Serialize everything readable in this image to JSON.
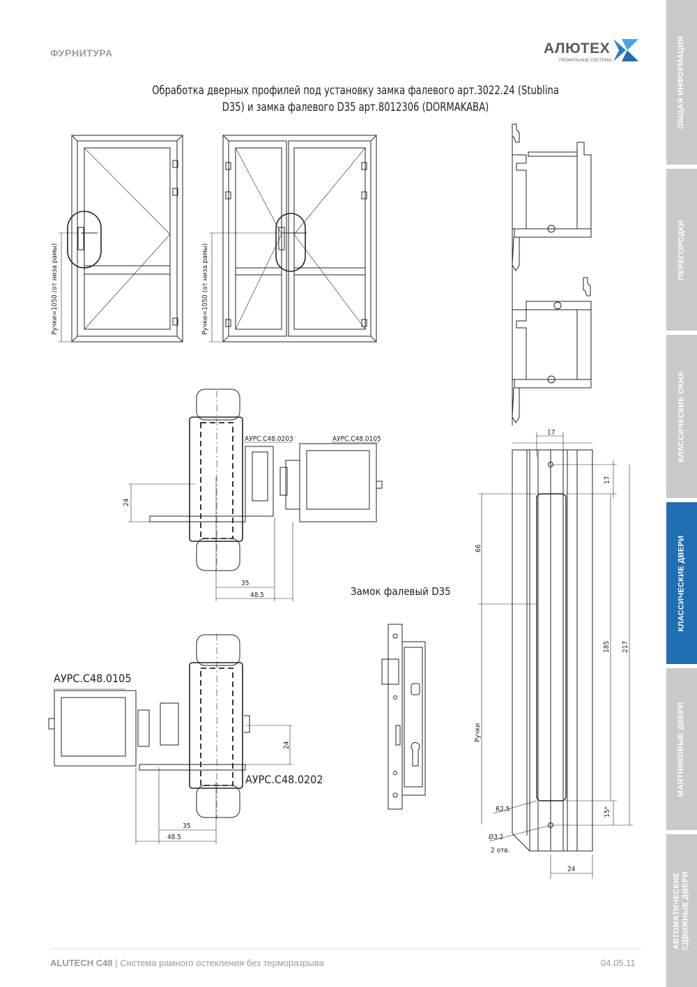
{
  "header": {
    "section": "ФУРНИТУРА",
    "logo_name": "АЛЮТЕХ",
    "logo_sub": "ПРОФИЛЬНЫЕ СИСТЕМЫ"
  },
  "title_line1": "Обработка дверных профилей под установку замка фалевого арт.3022.24 (Stublina",
  "title_line2": "D35) и замка фалевого D35 арт.8012306 (DORMAKABA)",
  "labels": {
    "handle_height_1": "Ручки=1050 (от низа рамы)",
    "handle_height_2": "Ручки=1050 (от низа рамы)",
    "profile_0203": "АУРС.С48.0203",
    "profile_0105_top": "АУРС.С48.0105",
    "profile_0105_bottom": "АУРС.С48.0105",
    "profile_0202": "АУРС.С48.0202",
    "lock_caption": "Замок фалевый D35",
    "handles_axis": "Ручки",
    "r25": "R2.5",
    "d32": "Ø3.2",
    "holes": "2 отв."
  },
  "dimensions": {
    "top_section": {
      "d24": "24",
      "d35": "35",
      "d485": "48.5"
    },
    "bottom_section": {
      "d24": "24",
      "d35": "35",
      "d485": "48.5"
    },
    "profile_side": {
      "d17_top": "17",
      "d17_right": "17",
      "d66": "66",
      "d185": "185",
      "d217": "217",
      "d15": "15*",
      "d24_bottom": "24"
    }
  },
  "sidebar": {
    "tabs": [
      {
        "label": "ОБЩАЯ ИНФОРМАЦИЯ",
        "active": false
      },
      {
        "label": "ПЕРЕГОРОДКИ",
        "active": false
      },
      {
        "label": "КЛАССИЧЕСКИЕ ОКНА",
        "active": false
      },
      {
        "label": "КЛАССИЧЕСКИЕ ДВЕРИ",
        "active": true
      },
      {
        "label": "МАЯТНИКОВЫЕ ДВЕРИ",
        "active": false
      },
      {
        "label": "АВТОМАТИЧЕСКИЕ",
        "label2": "СДВИЖНЫЕ ДВЕРИ",
        "active": false
      }
    ]
  },
  "footer": {
    "brand": "ALUTECH C48",
    "separator": " | ",
    "system": "Система рамного остекления без терморазрыва",
    "page": "04.05.11"
  },
  "colors": {
    "accent": "#1f6fb5",
    "tab_inactive": "#c9c9c9",
    "line": "#222222"
  }
}
